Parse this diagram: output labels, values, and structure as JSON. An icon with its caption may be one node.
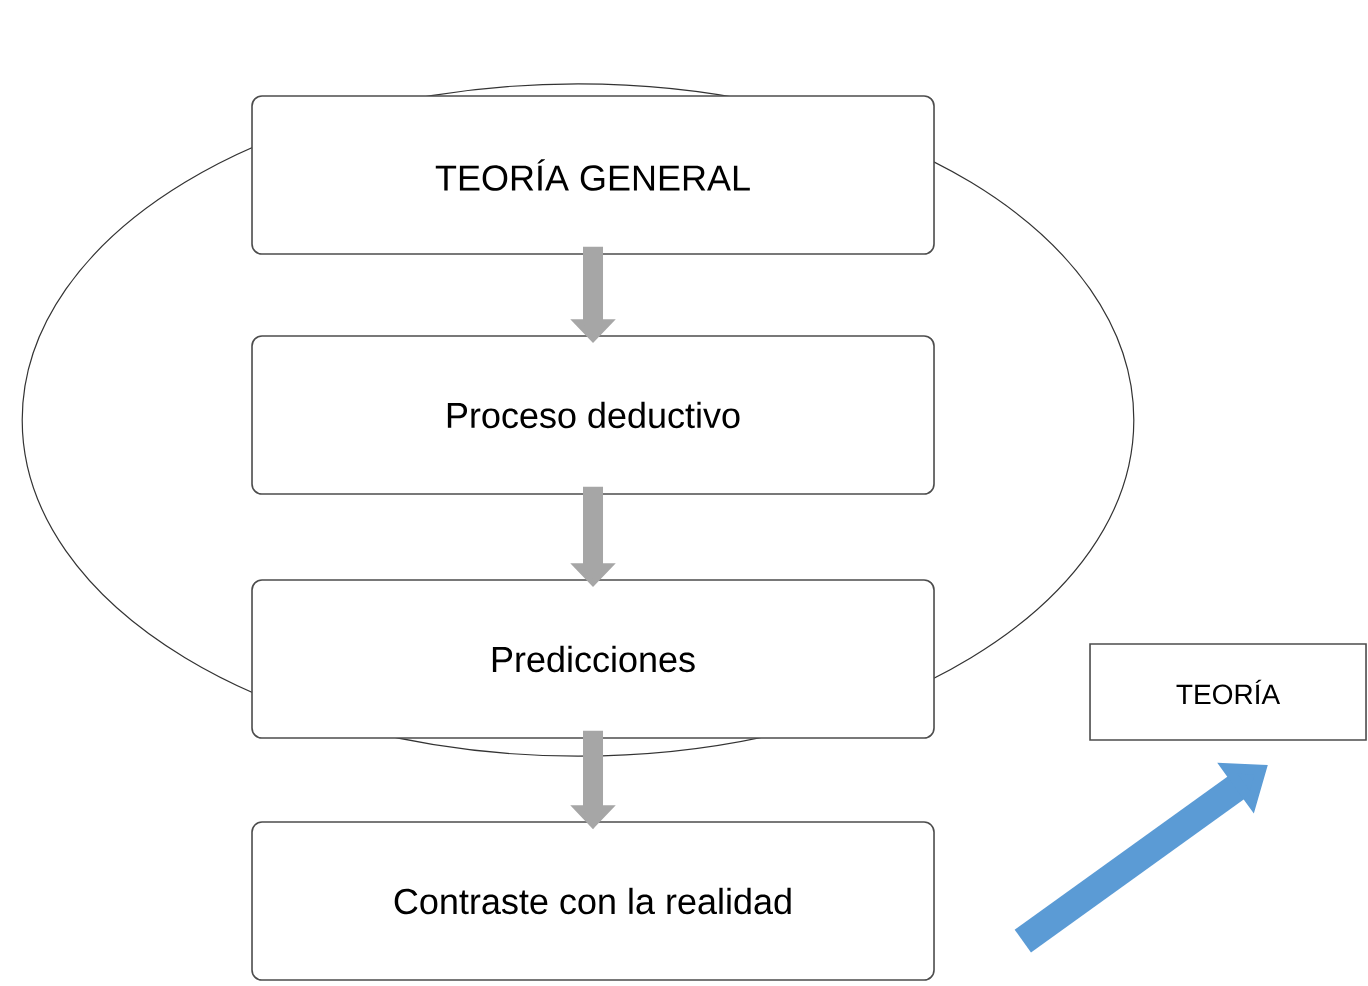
{
  "diagram": {
    "nodes": [
      {
        "text": [],
        "shape": "ellipse"
      },
      {
        "text": [
          "TEORÍA GENERAL"
        ],
        "in": 0
      },
      {
        "text": [
          "Proceso deductivo"
        ],
        "in": 0
      },
      {
        "text": [
          "Predicciones"
        ],
        "in": 0
      },
      {
        "text": [
          "Contraste con la realidad"
        ]
      },
      {
        "text": [
          "TEORÍA"
        ]
      }
    ],
    "edges": [
      {
        "from": 1,
        "to": 2,
        "arrow": "to"
      },
      {
        "from": 2,
        "to": 3,
        "arrow": "to"
      },
      {
        "from": 3,
        "to": 4,
        "arrow": "to"
      },
      {
        "from": 4,
        "to": 5,
        "arrow": "to",
        "color": "#5b9bd5"
      }
    ]
  }
}
